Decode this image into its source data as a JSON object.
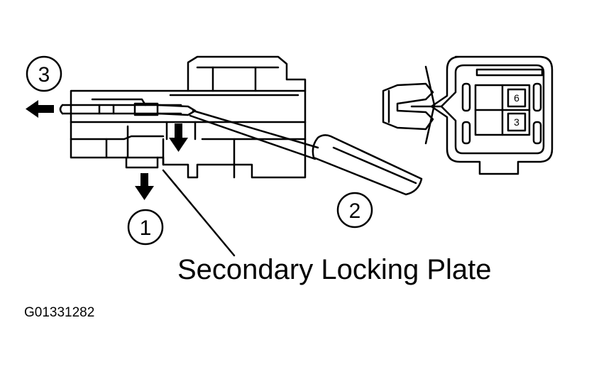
{
  "diagram": {
    "callout_label": "Secondary Locking Plate",
    "figure_code": "G01331282",
    "steps": [
      {
        "id": "step-1",
        "number": "1"
      },
      {
        "id": "step-2",
        "number": "2"
      },
      {
        "id": "step-3",
        "number": "3"
      }
    ],
    "connector_face": {
      "pin_labels": [
        "6",
        "3"
      ]
    }
  }
}
